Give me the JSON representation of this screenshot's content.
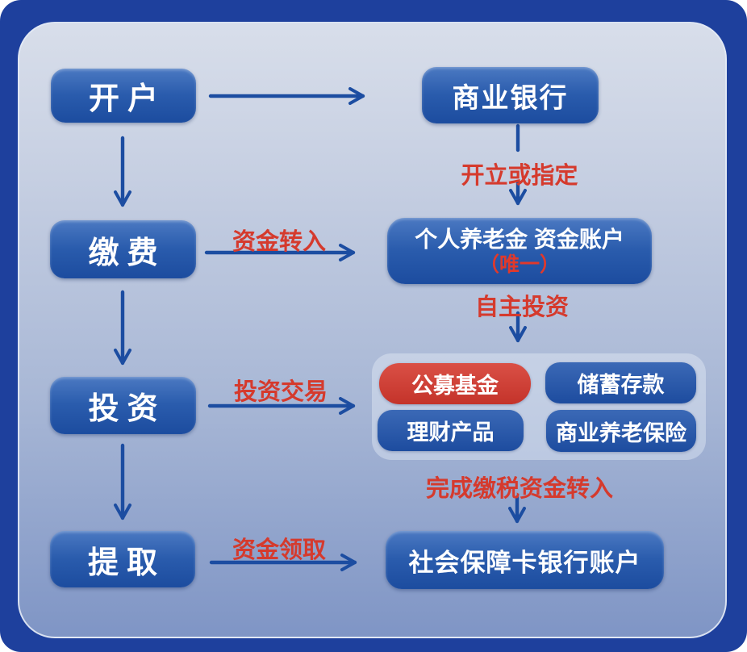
{
  "diagram": {
    "type": "flowchart",
    "steps": [
      {
        "id": "open-account",
        "label": "开户"
      },
      {
        "id": "contribute",
        "label": "缴费"
      },
      {
        "id": "invest",
        "label": "投资"
      },
      {
        "id": "withdraw",
        "label": "提取"
      }
    ],
    "nodes": {
      "commercial_bank": {
        "label": "商业银行"
      },
      "pension_account": {
        "label": "个人养老金 资金账户",
        "sublabel": "（唯一）"
      },
      "social_security_card_account": {
        "label": "社会保障卡银行账户"
      }
    },
    "products": [
      {
        "label": "公募基金",
        "variant": "red"
      },
      {
        "label": "储蓄存款",
        "variant": "blue"
      },
      {
        "label": "理财产品",
        "variant": "blue"
      },
      {
        "label": "商业养老保险",
        "variant": "blue"
      }
    ],
    "edge_labels": [
      {
        "id": "open-or-designate",
        "text": "开立或指定"
      },
      {
        "id": "funds-transfer-in",
        "text": "资金转入"
      },
      {
        "id": "self-directed-investment",
        "text": "自主投资"
      },
      {
        "id": "investment-trading",
        "text": "投资交易"
      },
      {
        "id": "after-tax-payment-funds-transfer-in",
        "text": "完成缴税资金转入"
      },
      {
        "id": "funds-withdrawal",
        "text": "资金领取"
      }
    ],
    "colors": {
      "outer_background": "#1e409d",
      "panel_gradient_top": "#d8deea",
      "panel_gradient_bottom": "#7f95c5",
      "node_blue": "#2a5cad",
      "node_red": "#cf4038",
      "arrow": "#1c4da1",
      "label_red": "#d53a2d",
      "text_on_node": "#ffffff"
    }
  }
}
